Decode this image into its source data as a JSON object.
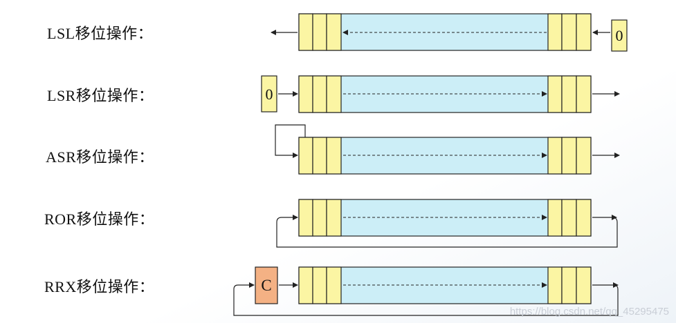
{
  "rows": [
    {
      "name": "LSL",
      "label": "LSL移位操作：",
      "fill_bit": "0"
    },
    {
      "name": "LSR",
      "label": "LSR移位操作：",
      "fill_bit": "0"
    },
    {
      "name": "ASR",
      "label": "ASR移位操作："
    },
    {
      "name": "ROR",
      "label": "ROR移位操作："
    },
    {
      "name": "RRX",
      "label": "RRX移位操作：",
      "carry_bit": "C"
    }
  ],
  "watermark": "https://blog.csdn.net/qq_45295475",
  "colors": {
    "register_body": "#cceef7",
    "register_cell": "#fbf5a3",
    "carry_cell": "#f4b184",
    "line": "#222222"
  }
}
